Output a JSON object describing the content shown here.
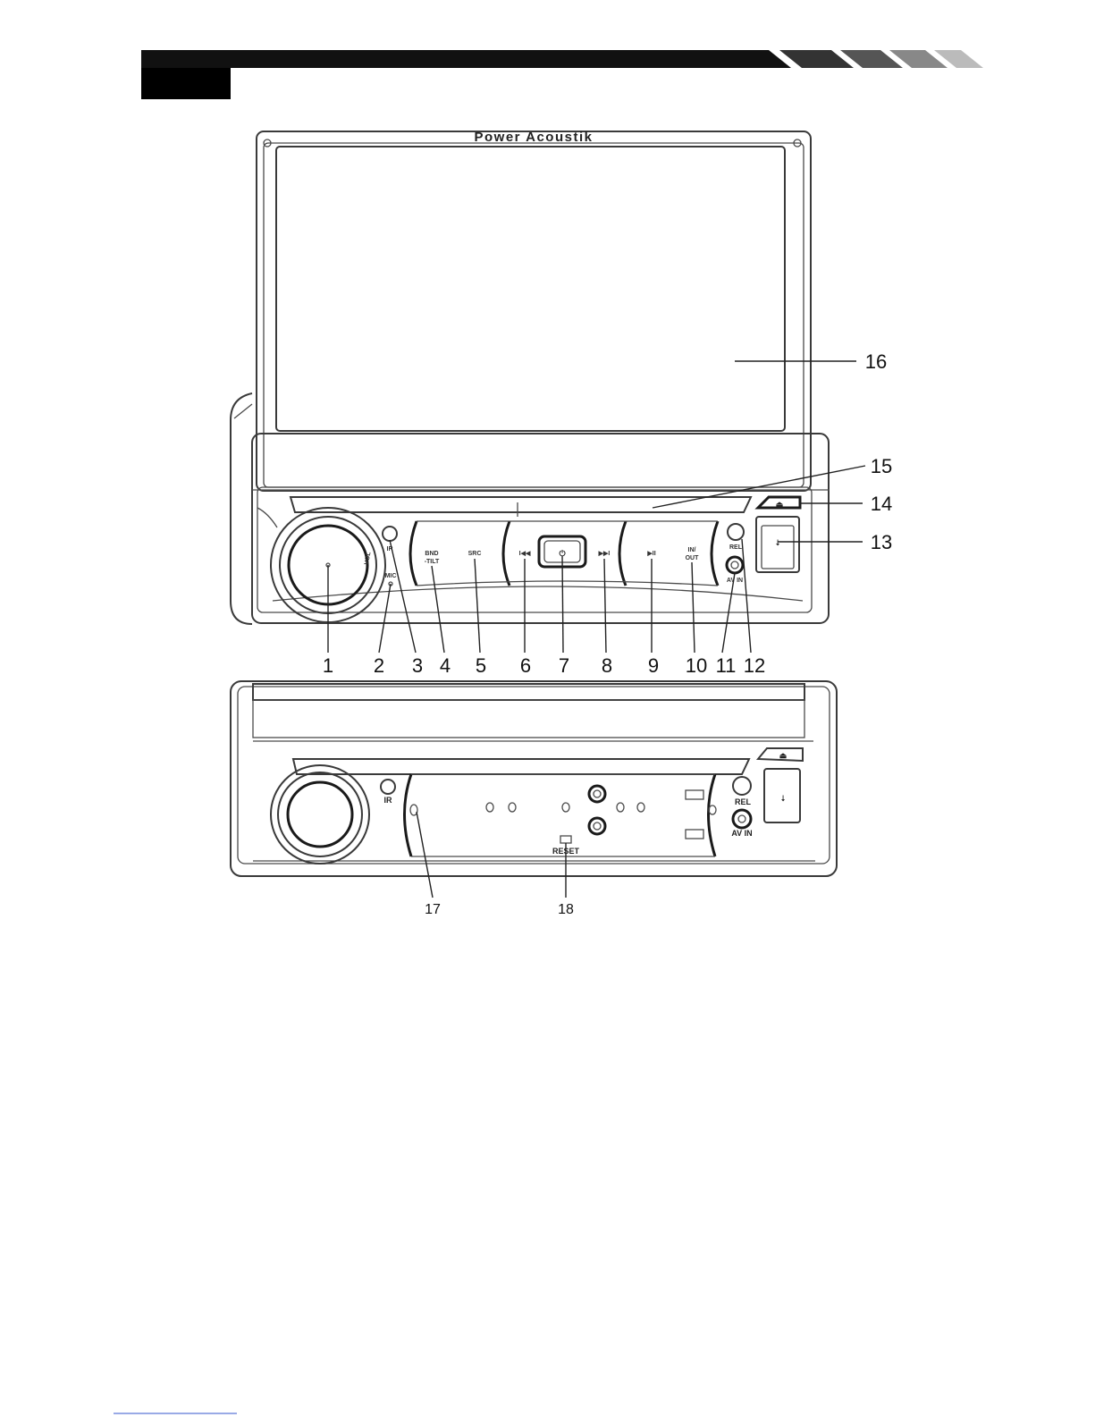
{
  "brand": "Power Acoustik",
  "front_panel": {
    "labels": {
      "ir": "IR",
      "mic": "MIC",
      "vol": "VOL",
      "bnd": "BND",
      "tilt": "-TILT",
      "src": "SRC",
      "prev": "I◀◀",
      "power": "⏻",
      "next": "▶▶I",
      "play": "▶II",
      "in": "IN/",
      "out": "OUT",
      "rel": "REL",
      "av_in": "AV IN",
      "eject": "⏏",
      "usb": "USB"
    },
    "callouts": [
      "1",
      "2",
      "3",
      "4",
      "5",
      "6",
      "7",
      "8",
      "9",
      "10",
      "11",
      "12",
      "13",
      "14",
      "15",
      "16"
    ]
  },
  "detached_panel": {
    "labels": {
      "ir": "IR",
      "rel": "REL",
      "av_in": "AV IN",
      "reset": "RESET",
      "eject": "⏏"
    },
    "callouts": [
      "17",
      "18"
    ]
  }
}
